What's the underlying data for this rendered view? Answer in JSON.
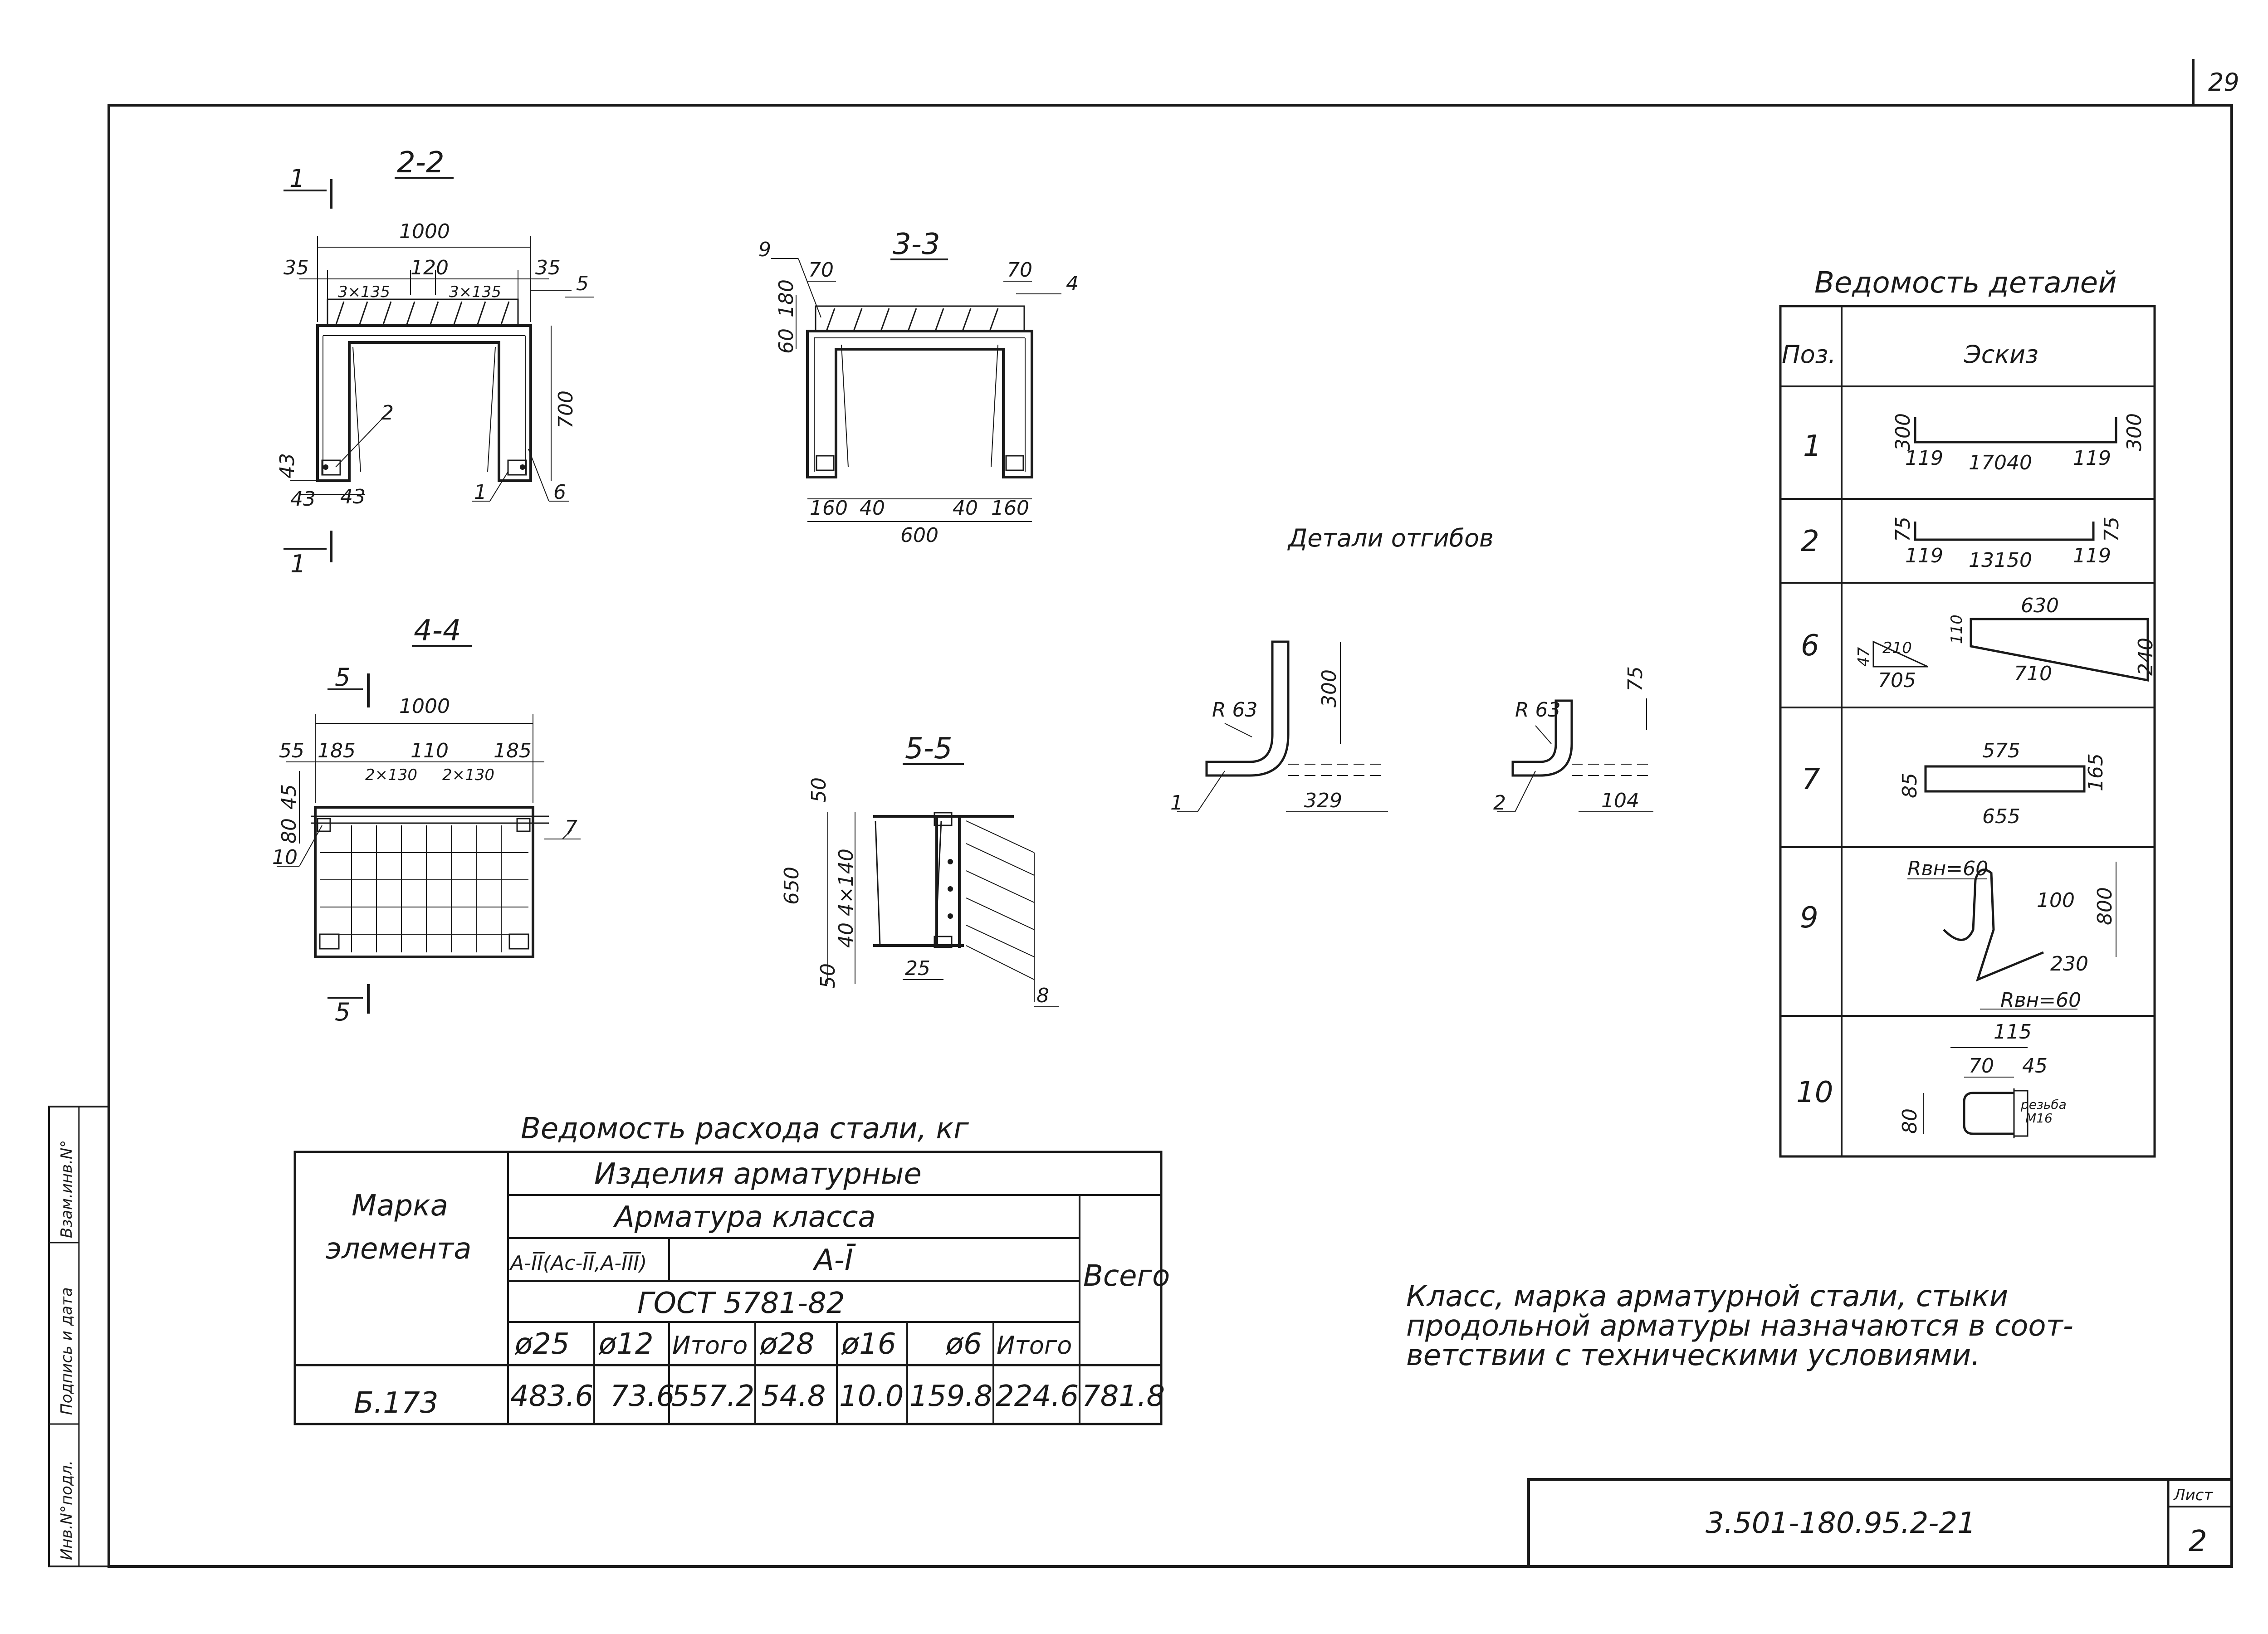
{
  "page": {
    "number": "29",
    "code": "3.501-180.95.2-21",
    "sheet_label": "Лист",
    "sheet_number": "2"
  },
  "side_stamp": {
    "col1": "Инв.N°подл.",
    "col2": "Подпись и дата",
    "col3": "Взам.инв.N°"
  },
  "sections": {
    "s22": {
      "title": "2-2",
      "marker_top": "1",
      "marker_bottom": "1",
      "dims": {
        "overall": "1000",
        "left_edge": "35",
        "left_sp": "3×135",
        "mid": "120",
        "right_sp": "3×135",
        "right_edge": "35",
        "height": "700",
        "d43a": "43",
        "d43b": "43",
        "d43c": "43"
      },
      "callouts": [
        "5",
        "2",
        "1",
        "6"
      ]
    },
    "s33": {
      "title": "3-3",
      "dims": {
        "top_l": "70",
        "top_r": "70",
        "h60": "60",
        "h180": "180",
        "b160l": "160",
        "b40l": "40",
        "b40r": "40",
        "b160r": "160",
        "b600": "600"
      },
      "callouts": [
        "9",
        "4"
      ]
    },
    "s44": {
      "title": "4-4",
      "marker_top": "5",
      "marker_bottom": "5",
      "dims": {
        "overall": "1000",
        "d55": "55",
        "d185l": "185",
        "d2x130l": "2×130",
        "d110": "110",
        "d2x130r": "2×130",
        "d185r": "185",
        "d80": "80",
        "d45": "45"
      },
      "callouts": [
        "10",
        "7"
      ]
    },
    "s55": {
      "title": "5-5",
      "dims": {
        "d50t": "50",
        "d650": "650",
        "d4x140": "4×140",
        "d40": "40",
        "d50b": "50",
        "d25": "25"
      },
      "callouts": [
        "8"
      ]
    }
  },
  "bends": {
    "title": "Детали отгибов",
    "b1": {
      "radius": "R 63",
      "height": "300",
      "length": "329",
      "callout": "1"
    },
    "b2": {
      "radius": "R 63",
      "height": "75",
      "length": "104",
      "callout": "2"
    }
  },
  "details_table": {
    "title": "Ведомость деталей",
    "col_pos": "Поз.",
    "col_sketch": "Эскиз",
    "rows": [
      {
        "pos": "1",
        "labels": [
          "300",
          "119",
          "17040",
          "119",
          "300"
        ]
      },
      {
        "pos": "2",
        "labels": [
          "75",
          "119",
          "13150",
          "119",
          "75"
        ]
      },
      {
        "pos": "6",
        "labels": [
          "47",
          "210",
          "705",
          "110",
          "630",
          "710",
          "240"
        ]
      },
      {
        "pos": "7",
        "labels": [
          "85",
          "575",
          "655",
          "165"
        ]
      },
      {
        "pos": "9",
        "labels": [
          "Rвн=60",
          "100",
          "800",
          "230",
          "Rвн=60"
        ]
      },
      {
        "pos": "10",
        "labels": [
          "115",
          "70",
          "45",
          "80",
          "резьба",
          "M16"
        ]
      }
    ]
  },
  "steel_table": {
    "title": "Ведомость расхода стали, кг",
    "h_mark": [
      "Марка",
      "элемента"
    ],
    "h_products": "Изделия арматурные",
    "h_class": "Арматура класса",
    "h_a2": "A-ĪĪ(Ac-ĪĪ,A-ĪĪĪ)",
    "h_a1": "A-Ī",
    "h_gost": "ГОСТ 5781-82",
    "h_total": "Всего",
    "cols": [
      "ø25",
      "ø12",
      "Итого",
      "ø28",
      "ø16",
      "ø6",
      "Итого"
    ],
    "row": {
      "mark": "Б.173",
      "values": [
        "483.6",
        "73.6",
        "557.2",
        "54.8",
        "10.0",
        "159.8",
        "224.6",
        "781.8"
      ]
    }
  },
  "note": [
    "Класс, марка арматурной стали, стыки",
    "продольной арматуры назначаются в соот-",
    "ветствии с техническими условиями."
  ]
}
